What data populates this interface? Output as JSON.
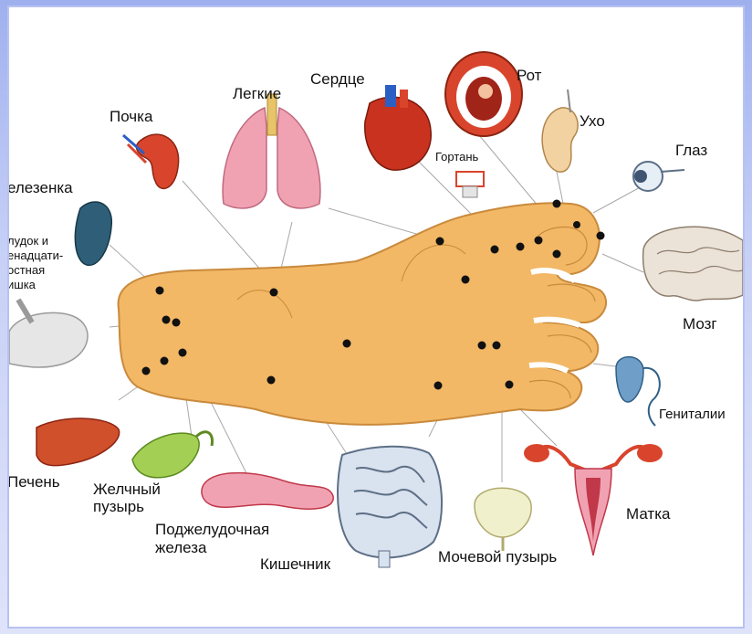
{
  "diagram": {
    "labels": {
      "pochka": "Почка",
      "legkie": "Легкие",
      "serdtse": "Сердце",
      "rot": "Рот",
      "ukho": "Ухо",
      "glaz": "Глаз",
      "gortan": "Гортань",
      "selezenka": "елезенка",
      "zheludok_1": "лудок и",
      "zheludok_2": "енадцати-",
      "zheludok_3": "остная",
      "zheludok_4": "ишка",
      "mozg": "Мозг",
      "genitalii": "Гениталии",
      "matka": "Матка",
      "pechen": "Печень",
      "zhelchny_1": "Желчный",
      "zhelchny_2": "пузырь",
      "podzhel_1": "Поджелудочная",
      "podzhel_2": "железа",
      "kishechnik": "Кишечник",
      "mochevoy": "Мочевой пузырь"
    }
  }
}
